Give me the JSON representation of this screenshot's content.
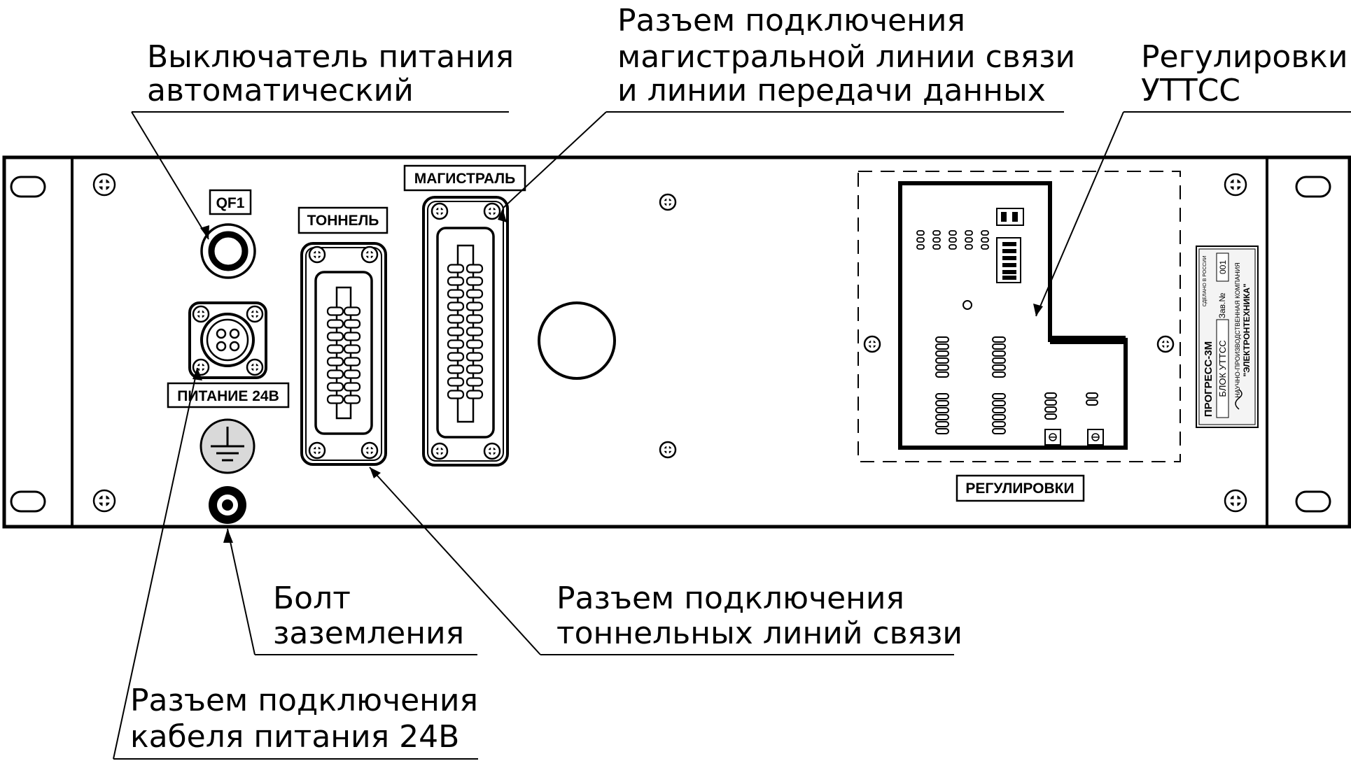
{
  "callouts": {
    "breaker": [
      "Выключатель питания",
      "автоматический"
    ],
    "trunk": [
      "Разъем подключения",
      "магистральной линии связи",
      "и линии передачи данных"
    ],
    "adjust": [
      "Регулировки",
      "УТТСС"
    ],
    "ground": [
      "Болт",
      "заземления"
    ],
    "tunnel": [
      "Разъем подключения",
      "тоннельных линий связи"
    ],
    "power": [
      "Разъем подключения",
      "кабеля питания 24В"
    ]
  },
  "tags": {
    "qf1": "QF1",
    "magistral": "МАГИСТРАЛЬ",
    "tonnel": "ТОННЕЛЬ",
    "power24": "ПИТАНИЕ 24В",
    "regulirovki": "РЕГУЛИРОВКИ"
  },
  "nameplate": {
    "made_in": "СДЕЛАНО В РОССИИ",
    "model": "ПРОГРЕСС-3М",
    "unit": "БЛОК УТТСС",
    "serial_label": "Зав.№",
    "serial": "001",
    "company_line1": "НАУЧНО-ПРОИЗВОДСТВЕННАЯ КОМПАНИЯ",
    "company_line2": "\"ЭЛЕКТРОНТЕХНИКА\""
  },
  "colors": {
    "ink": "#000000",
    "background": "#ffffff",
    "ground_fill": "#d9d9d9",
    "plate_fill": "#f4f4f4"
  }
}
